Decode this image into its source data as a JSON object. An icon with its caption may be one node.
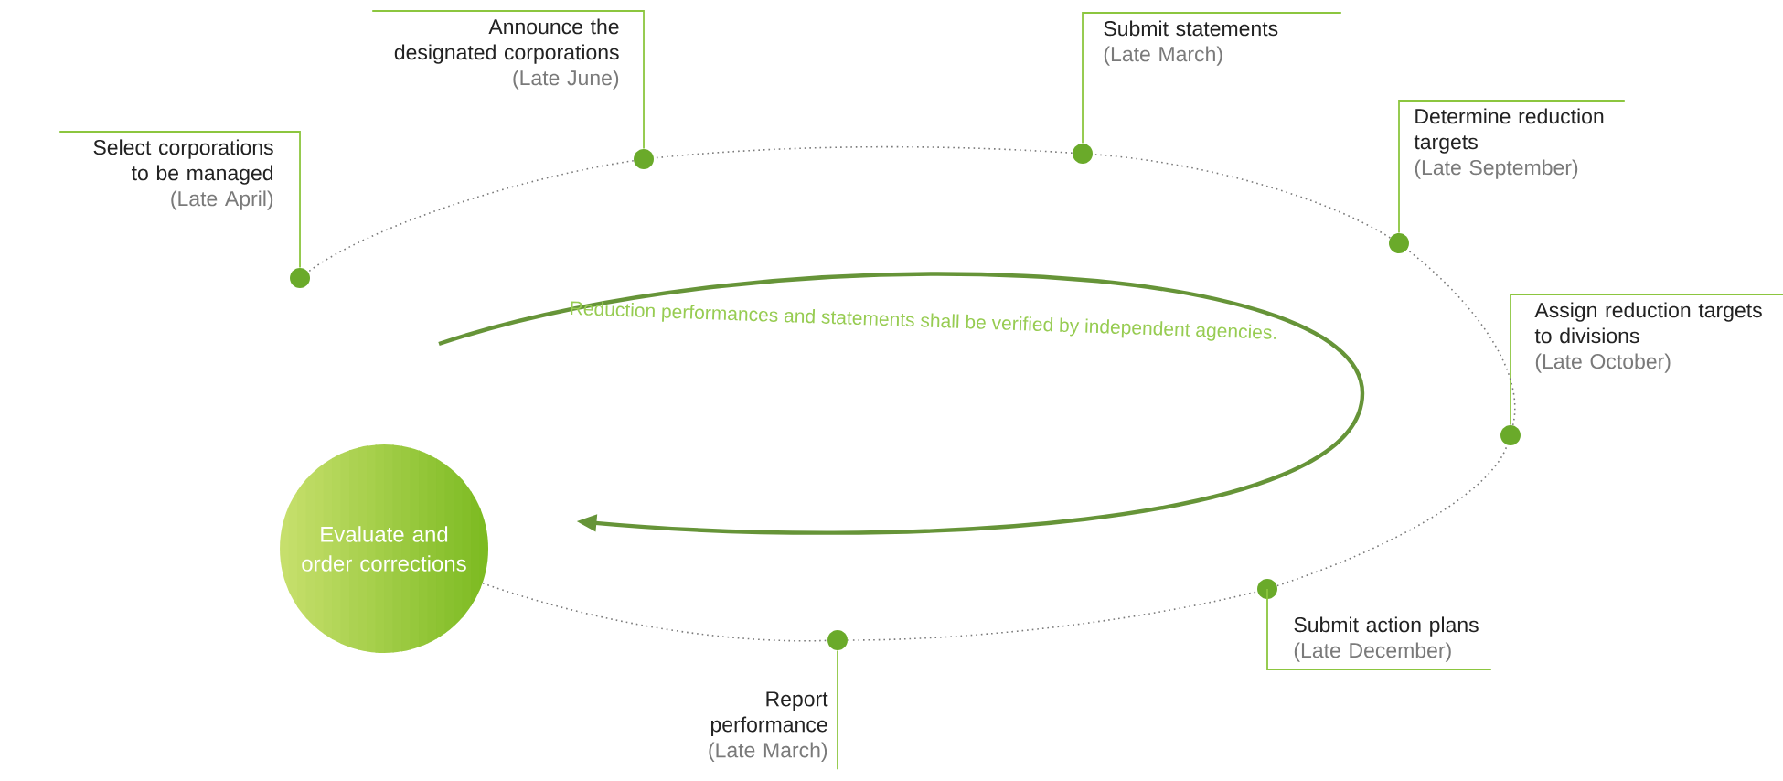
{
  "diagram": {
    "nodes": [
      {
        "text": [
          "Select corporations to be managed",
          "(Late April)"
        ]
      },
      {
        "text": [
          "Announce the designated corporations",
          "(Late June)"
        ]
      },
      {
        "text": [
          "Submit statements",
          "(Late March)"
        ]
      },
      {
        "text": [
          "Determine reduction targets",
          "(Late September)"
        ]
      },
      {
        "text": [
          "Assign reduction targets to divisions",
          "(Late October)"
        ]
      },
      {
        "text": [
          "Submit action plans",
          "(Late December)"
        ]
      },
      {
        "text": [
          "Report performance",
          "(Late March)"
        ]
      },
      {
        "text": [
          "Evaluate and order corrections"
        ]
      },
      {
        "text": [],
        "shape": "circle"
      },
      {
        "text": [],
        "shape": "circle"
      },
      {
        "text": [],
        "shape": "circle"
      },
      {
        "text": [],
        "shape": "circle"
      },
      {
        "text": [],
        "shape": "circle"
      },
      {
        "text": [],
        "shape": "circle"
      },
      {
        "text": [],
        "shape": "circle"
      }
    ],
    "edges": [
      {
        "from": 0,
        "to": 8,
        "arrow": "none"
      },
      {
        "from": 1,
        "to": 9,
        "arrow": "none"
      },
      {
        "from": 2,
        "to": 11,
        "arrow": "none"
      },
      {
        "from": 3,
        "to": 13,
        "arrow": "none"
      },
      {
        "from": 4,
        "to": 14,
        "arrow": "none"
      },
      {
        "from": 5,
        "to": 12,
        "arrow": "none"
      },
      {
        "from": 6,
        "to": 10,
        "arrow": "none"
      },
      {
        "from": null,
        "to": 7,
        "arrow": "to",
        "label": "Reduction performances and statements shall be verified by independent agencies."
      },
      {
        "from": 7,
        "to": 10,
        "arrow": "none",
        "style": "dashed"
      },
      {
        "from": 10,
        "to": 12,
        "arrow": "none",
        "style": "dashed"
      },
      {
        "from": 12,
        "to": 14,
        "arrow": "none",
        "style": "dashed"
      },
      {
        "from": 14,
        "to": 13,
        "arrow": "none",
        "style": "dashed"
      },
      {
        "from": 13,
        "to": 11,
        "arrow": "none",
        "style": "dashed"
      },
      {
        "from": 11,
        "to": 9,
        "arrow": "none",
        "style": "dashed"
      },
      {
        "from": 9,
        "to": 8,
        "arrow": "none",
        "style": "dashed"
      }
    ]
  }
}
